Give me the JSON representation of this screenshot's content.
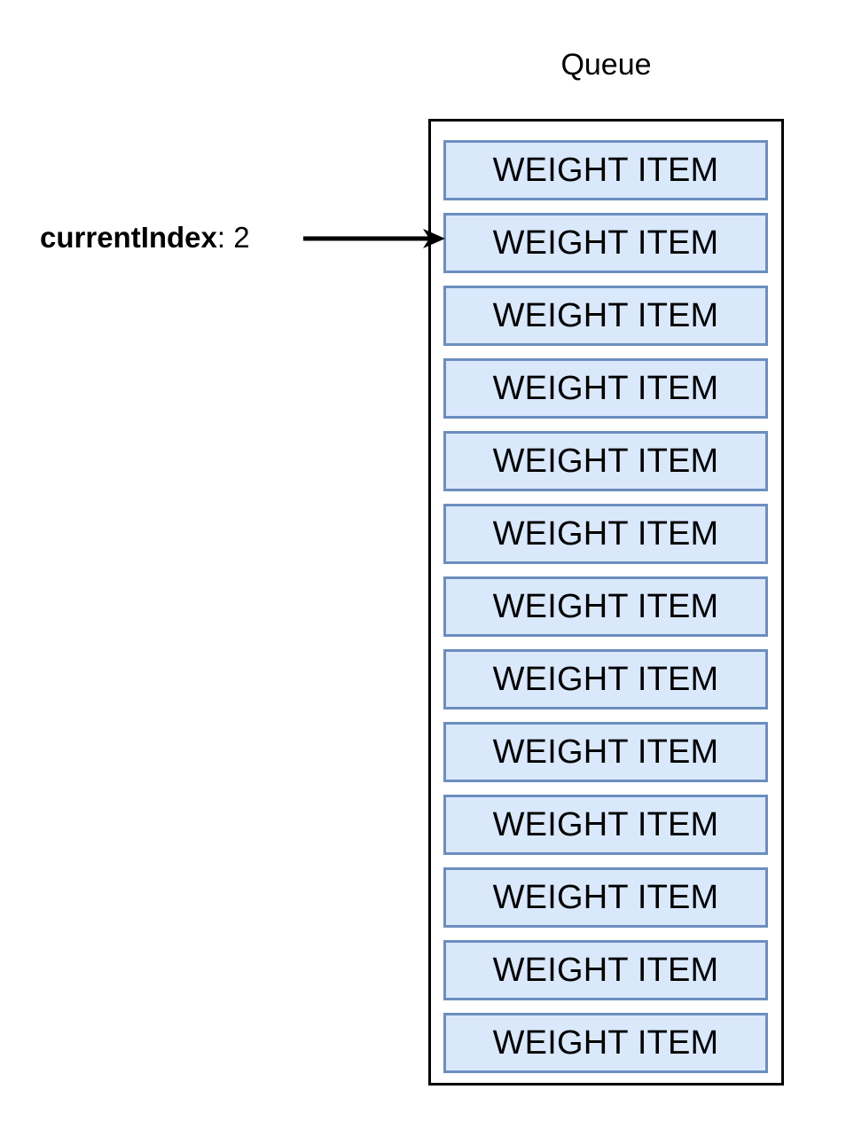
{
  "diagram": {
    "title": "Queue",
    "container_name": "queue-container",
    "colors": {
      "item_fill": "#dae8fc",
      "item_border": "#6c8ebf",
      "container_border": "#000000",
      "text": "#000000",
      "background": "#ffffff"
    },
    "items": [
      {
        "label": "WEIGHT ITEM"
      },
      {
        "label": "WEIGHT ITEM"
      },
      {
        "label": "WEIGHT ITEM"
      },
      {
        "label": "WEIGHT ITEM"
      },
      {
        "label": "WEIGHT ITEM"
      },
      {
        "label": "WEIGHT ITEM"
      },
      {
        "label": "WEIGHT ITEM"
      },
      {
        "label": "WEIGHT ITEM"
      },
      {
        "label": "WEIGHT ITEM"
      },
      {
        "label": "WEIGHT ITEM"
      },
      {
        "label": "WEIGHT ITEM"
      },
      {
        "label": "WEIGHT ITEM"
      },
      {
        "label": "WEIGHT ITEM"
      }
    ],
    "pointer": {
      "name": "currentIndex",
      "separator": ": ",
      "value": "2",
      "points_to_item_number": 2,
      "arrow_icon": "arrow-right-icon"
    }
  }
}
